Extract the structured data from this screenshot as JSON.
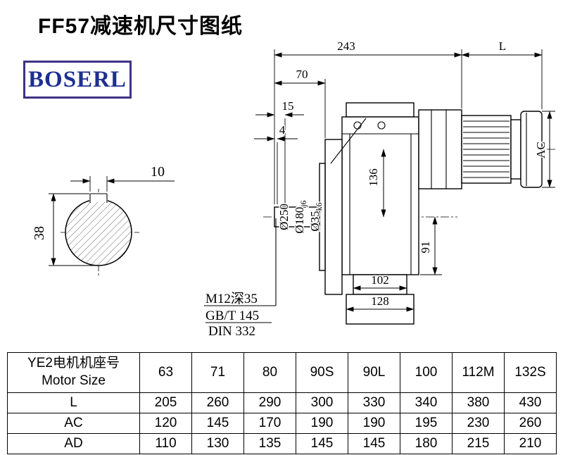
{
  "title": "FF57减速机尺寸图纸",
  "logo": "BOSERL",
  "drawing": {
    "dim_243": "243",
    "dim_L": "L",
    "dim_70": "70",
    "dim_15": "15",
    "dim_4": "4",
    "dim_10": "10",
    "dim_38": "38",
    "dim_od_flange": "Ø250",
    "dim_od_spigot": "Ø180",
    "dim_od_spigot_fit": "j6",
    "dim_od_shaft": "Ø35",
    "dim_od_shaft_fit": "k6",
    "dim_136": "136",
    "dim_AC": "AC",
    "dim_91": "91",
    "dim_102": "102",
    "dim_128": "128",
    "note_tap": "M12深35",
    "note_gb": "GB/T 145",
    "note_din": "DIN 332"
  },
  "table": {
    "header_cn": "YE2电机机座号",
    "header_en": "Motor Size",
    "motor_sizes": [
      "63",
      "71",
      "80",
      "90S",
      "90L",
      "100",
      "112M",
      "132S"
    ],
    "rows": [
      {
        "label": "L",
        "values": [
          "205",
          "260",
          "290",
          "300",
          "330",
          "340",
          "380",
          "430"
        ]
      },
      {
        "label": "AC",
        "values": [
          "120",
          "145",
          "170",
          "190",
          "190",
          "195",
          "230",
          "260"
        ]
      },
      {
        "label": "AD",
        "values": [
          "110",
          "130",
          "135",
          "145",
          "145",
          "180",
          "215",
          "210"
        ]
      }
    ]
  }
}
